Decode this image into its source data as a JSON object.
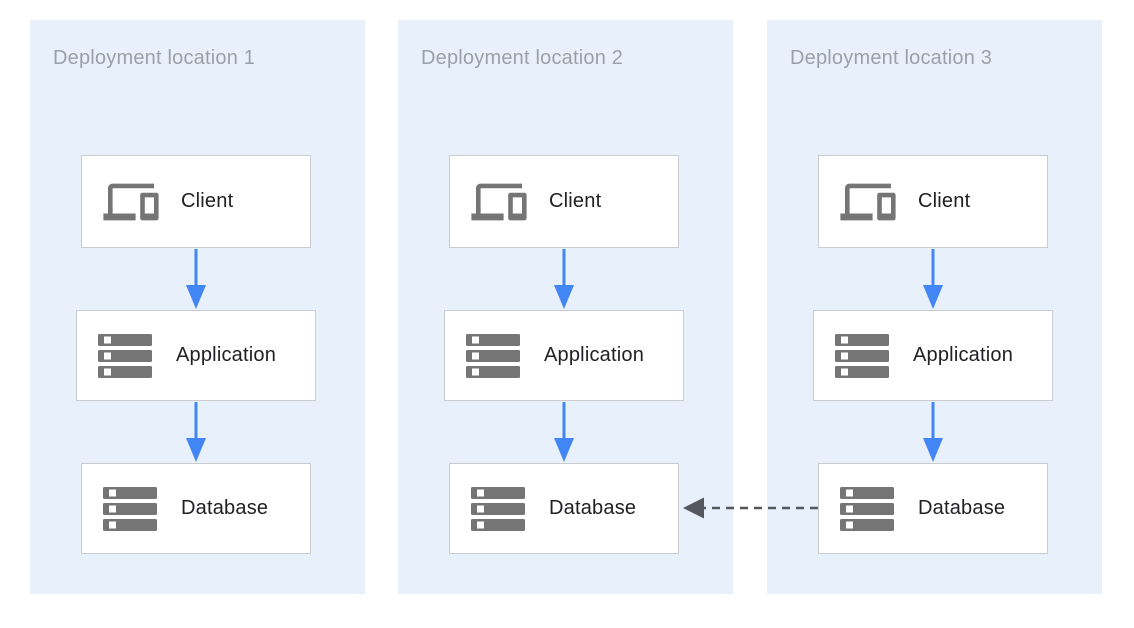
{
  "diagram": {
    "panels": [
      {
        "title": "Deployment location 1",
        "nodes": [
          {
            "label": "Client",
            "icon": "devices-icon"
          },
          {
            "label": "Application",
            "icon": "storage-icon"
          },
          {
            "label": "Database",
            "icon": "storage-icon"
          }
        ]
      },
      {
        "title": "Deployment location 2",
        "nodes": [
          {
            "label": "Client",
            "icon": "devices-icon"
          },
          {
            "label": "Application",
            "icon": "storage-icon"
          },
          {
            "label": "Database",
            "icon": "storage-icon"
          }
        ]
      },
      {
        "title": "Deployment location 3",
        "nodes": [
          {
            "label": "Client",
            "icon": "devices-icon"
          },
          {
            "label": "Application",
            "icon": "storage-icon"
          },
          {
            "label": "Database",
            "icon": "storage-icon"
          }
        ]
      }
    ],
    "edges": [
      {
        "from": "Client",
        "to": "Application",
        "locations": [
          1,
          2,
          3
        ],
        "style": "solid",
        "color": "#4285f4"
      },
      {
        "from": "Application",
        "to": "Database",
        "locations": [
          1,
          2,
          3
        ],
        "style": "solid",
        "color": "#4285f4"
      },
      {
        "from": "Database (location 3)",
        "to": "Database (location 2)",
        "style": "dashed",
        "color": "#54585c"
      }
    ],
    "colors": {
      "panel_background": "#e8f1fb",
      "node_background": "#ffffff",
      "node_border": "#c9ccd1",
      "arrow_blue": "#4285f4",
      "arrow_dashed_gray": "#54585c",
      "icon_gray": "#757575",
      "panel_title_gray": "#9aa0a6",
      "node_label_dark": "#202124"
    }
  }
}
